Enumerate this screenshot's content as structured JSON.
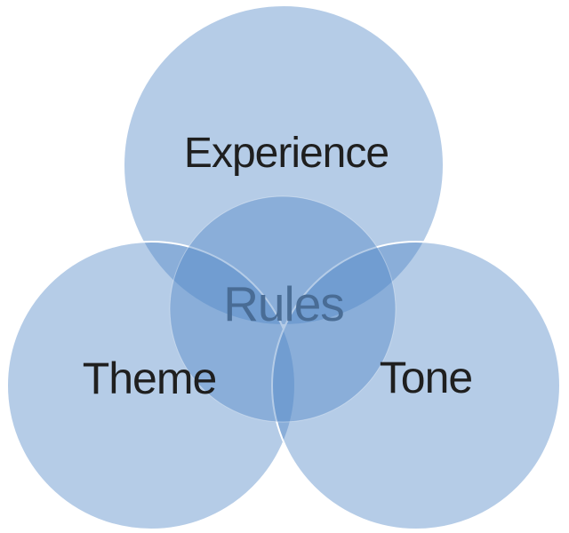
{
  "diagram": {
    "type": "venn-3-circle",
    "circles": [
      {
        "id": "experience",
        "label": "Experience",
        "position": "top"
      },
      {
        "id": "theme",
        "label": "Theme",
        "position": "bottom-left"
      },
      {
        "id": "tone",
        "label": "Tone",
        "position": "bottom-right"
      }
    ],
    "center_label": {
      "text": "Rules",
      "meaning": "intersection-of-all"
    },
    "colors": {
      "fill_base": "#4f86c6",
      "fill_opacity": "0.42",
      "single_layer": "#b5cce7",
      "double_layer": "#8aafd9",
      "triple_layer": "#719ed1",
      "stroke": "#ffffff",
      "label": "#1f1f1f",
      "center_label": "#476a92",
      "background": "#ffffff"
    }
  }
}
